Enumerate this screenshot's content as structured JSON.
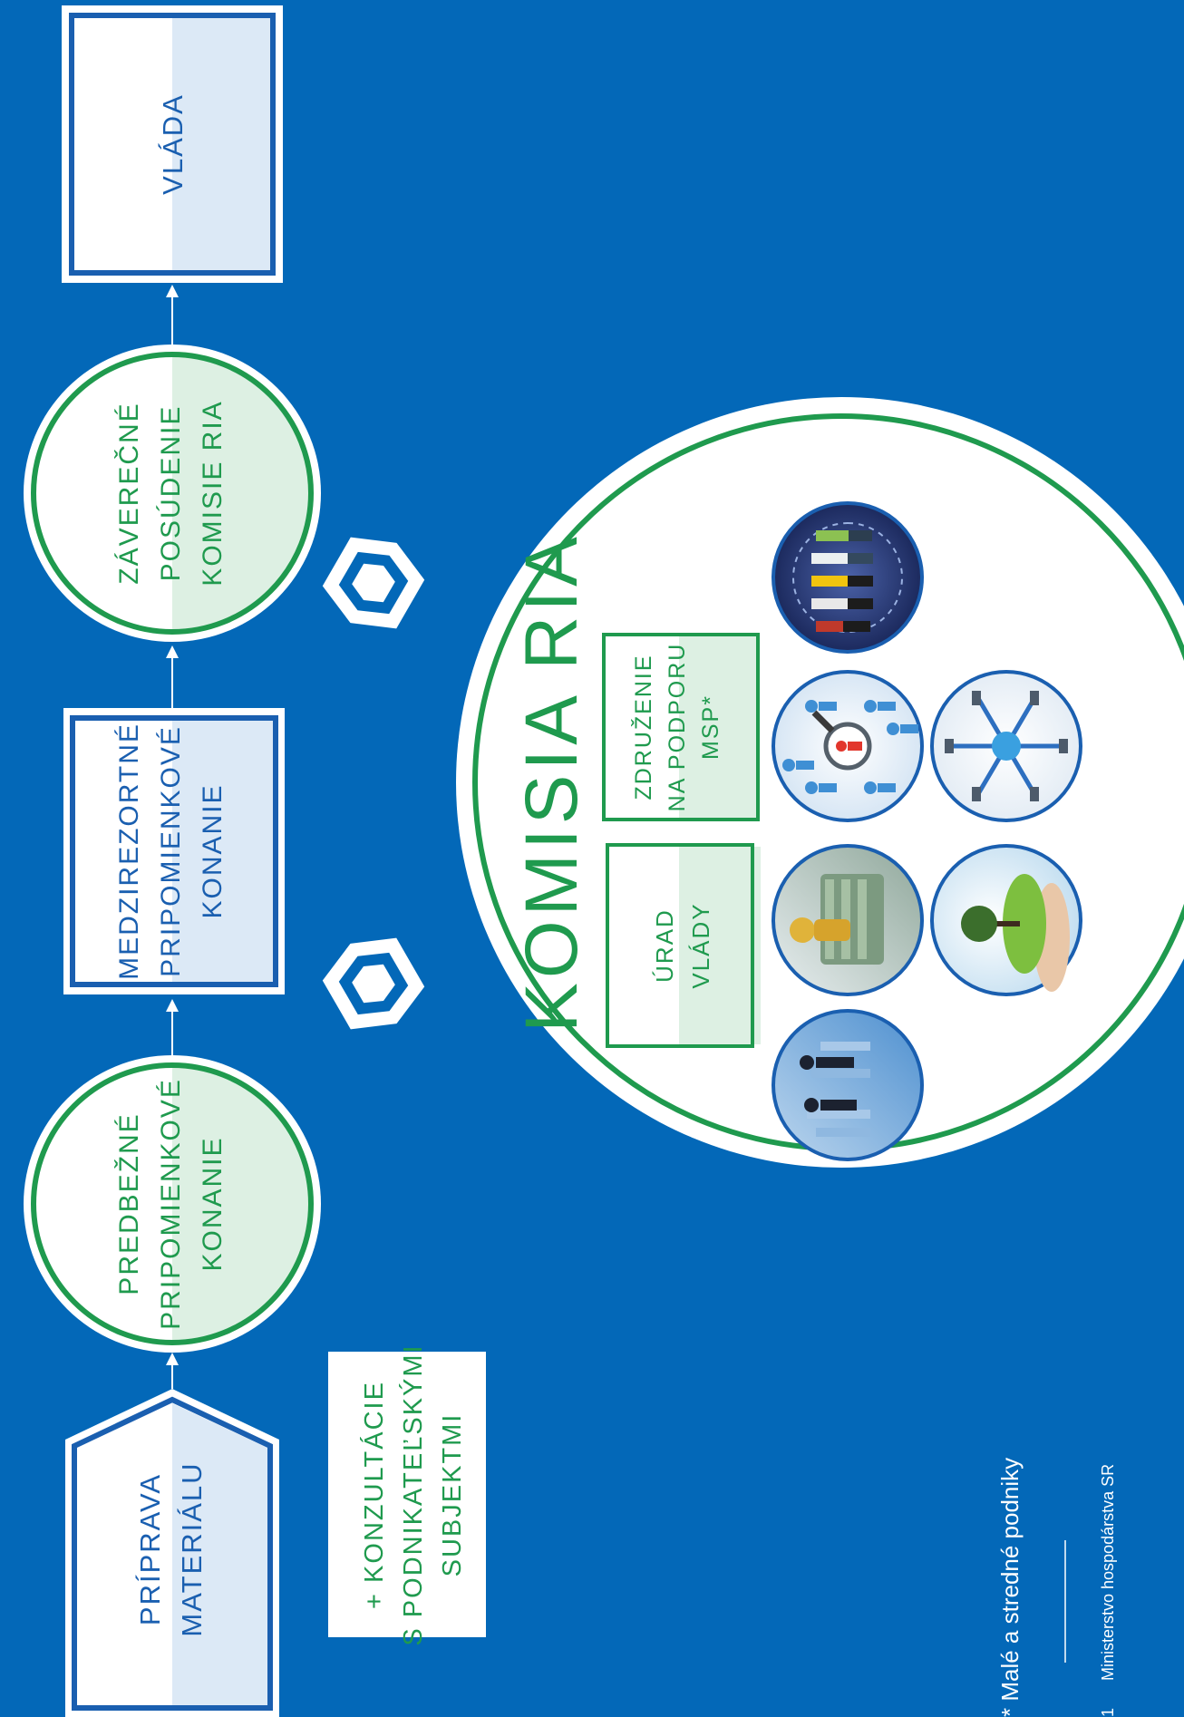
{
  "colors": {
    "background": "#0368b8",
    "green": "#1f9a4e",
    "dark_blue": "#1a5fb0",
    "light_blue_fill": "#dce9f6",
    "light_green_fill": "#ddf0e3",
    "white": "#ffffff"
  },
  "flow": {
    "priprava": {
      "line1": "PRÍPRAVA",
      "line2": "MATERIÁLU"
    },
    "predbezne": {
      "line1": "PREDBEŽNÉ",
      "line2": "PRIPOMIENKOVÉ",
      "line3": "KONANIE"
    },
    "medzirezortne": {
      "line1": "MEDZIREZORTNÉ",
      "line2": "PRIPOMIENKOVÉ",
      "line3": "KONANIE"
    },
    "zaverecne": {
      "line1": "ZÁVEREČNÉ",
      "line2": "POSÚDENIE",
      "line3": "KOMISIE RIA"
    },
    "vlada": {
      "line1": "VLÁDA"
    }
  },
  "konzultacie": {
    "line1": "+ KONZULTÁCIE",
    "line2": "S PODNIKATEĽSKÝMI",
    "line3": "SUBJEKTMI"
  },
  "komisia": {
    "title": "KOMISIA RIA",
    "urad": {
      "line1": "ÚRAD",
      "line2": "VLÁDY"
    },
    "zdruzenie": {
      "line1": "ZDRUŽENIE",
      "line2": "NA PODPORU",
      "line3": "MSP*"
    },
    "photos": [
      "business-people-icon",
      "money-icon",
      "magnifier-people-icon",
      "diverse-people-icon",
      "tree-hand-icon",
      "network-globe-icon"
    ]
  },
  "footnote": "* Malé a stredné podniky",
  "page_footer": {
    "page_number": "1",
    "publisher": "Ministerstvo hospodárstva SR"
  }
}
